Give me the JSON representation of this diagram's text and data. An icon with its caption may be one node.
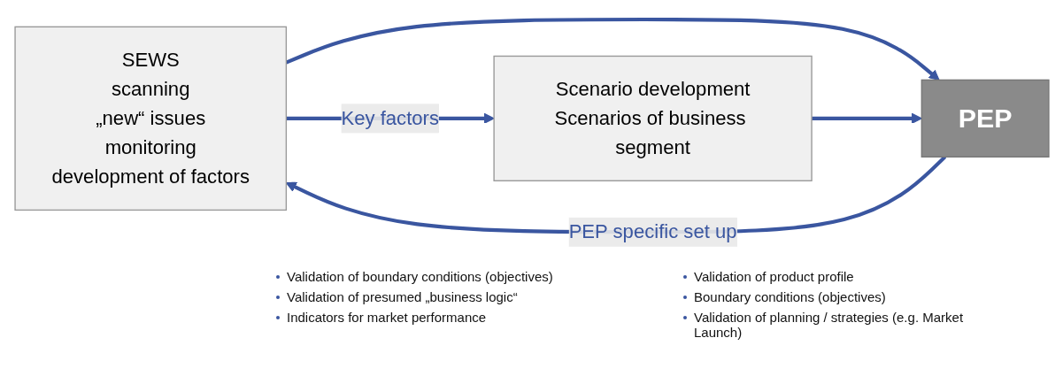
{
  "diagram": {
    "nodes": [
      {
        "text": [
          "SEWS",
          "scanning",
          "„new“ issues",
          "monitoring",
          "development of factors"
        ]
      },
      {
        "text": [
          "PEP"
        ]
      },
      {
        "text": [
          "Scenario development",
          "Scenarios of business segment"
        ]
      }
    ],
    "edges": [
      {
        "from": 0,
        "to": 2,
        "arrow": "to",
        "label": "Key factors"
      },
      {
        "from": 1,
        "to": 0,
        "arrow": "to",
        "label": "PEP specific set up"
      },
      {
        "from": 0,
        "to": 1,
        "arrow": "to"
      },
      {
        "from": 2,
        "to": 1,
        "arrow": "to"
      }
    ],
    "labels": [
      "Validation of boundary conditions (objectives)",
      "Validation of presumed „business logic“",
      "Indicators for market performance",
      "Validation of product profile",
      "Boundary conditions (objectives)",
      "Validation of planning / strategies (e.g. Market Launch)"
    ]
  }
}
